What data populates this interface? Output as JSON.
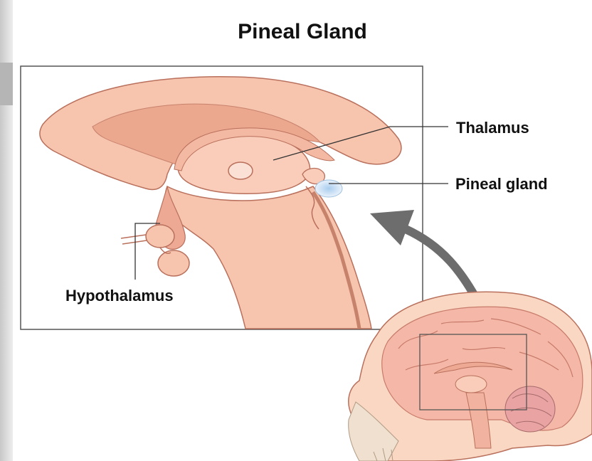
{
  "title": "Pineal Gland",
  "labels": {
    "thalamus": "Thalamus",
    "pineal_gland": "Pineal gland",
    "hypothalamus": "Hypothalamus"
  },
  "colors": {
    "tissue": "#f7c4ae",
    "tissue_dark": "#eaa48d",
    "outline": "#b9705c",
    "pineal_highlight": "#bcd7ee",
    "arrow": "#6d6d6d",
    "frame": "#555555"
  }
}
